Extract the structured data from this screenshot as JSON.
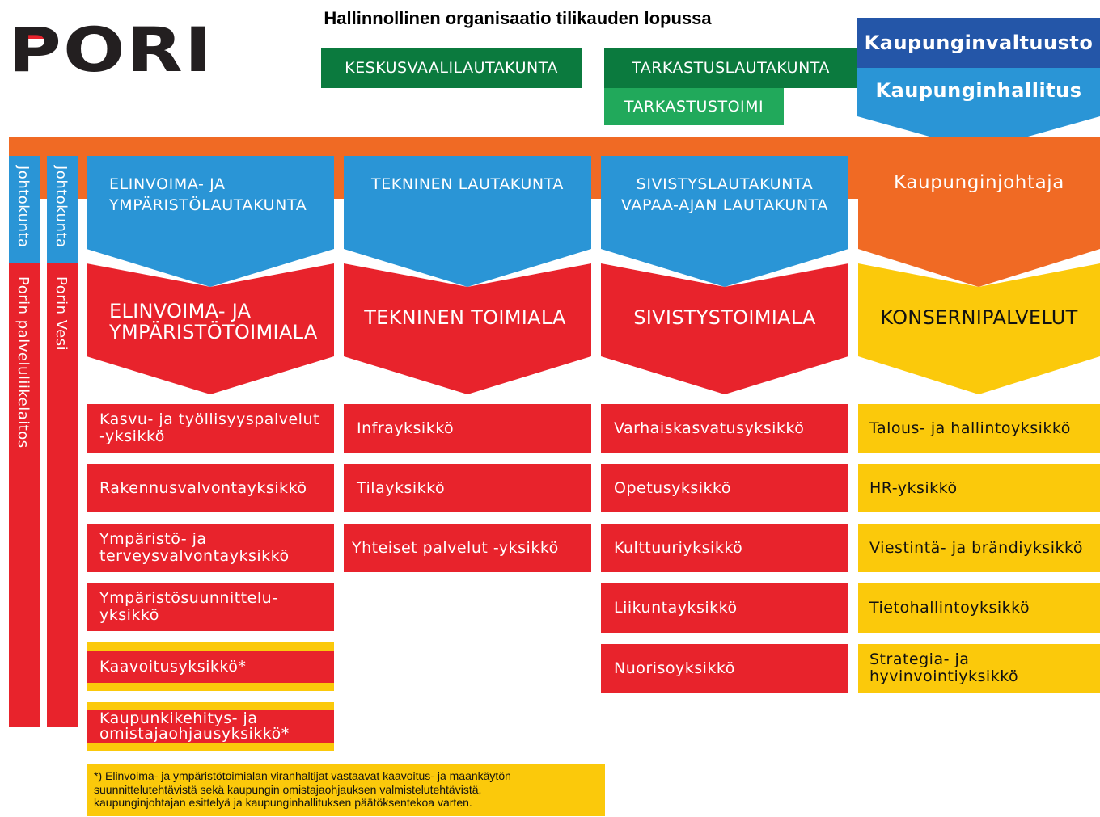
{
  "title": "Hallinnollinen organisaatio tilikauden lopussa",
  "logo": {
    "text": "PORI"
  },
  "top": {
    "keskusvaalilautakunta": "KESKUSVAALILAUTAKUNTA",
    "tarkastuslautakunta": "TARKASTUSLAUTAKUNTA",
    "tarkastustoimi": "TARKASTUSTOIMI",
    "kaupunginvaltuusto": "Kaupunginvaltuusto",
    "kaupunginhallitus": "Kaupunginhallitus"
  },
  "side": {
    "col1": {
      "board": "Johtokunta",
      "entity": "Porin palveluliikelaitos"
    },
    "col2": {
      "board": "Johtokunta",
      "entity": "Porin Vesi"
    }
  },
  "columns": [
    {
      "board_line1": "ELINVOIMA- JA",
      "board_line2": "YMPÄRISTÖLAUTAKUNTA",
      "division_line1": "ELINVOIMA- JA",
      "division_line2": "YMPÄRISTÖTOIMIALA",
      "units": [
        {
          "line1": "Kasvu- ja työllisyyspalvelut",
          "line2": "-yksikkö"
        },
        {
          "line1": "Rakennusvalvontayksikkö",
          "line2": ""
        },
        {
          "line1": "Ympäristö- ja",
          "line2": "terveysvalvontayksikkö"
        },
        {
          "line1": "Ympäristösuunnittelu-",
          "line2": "yksikkö"
        },
        {
          "line1": "Kaavoitusyksikkö*",
          "line2": ""
        },
        {
          "line1": "Kaupunkikehitys- ja",
          "line2": "omistajaohjausyksikkö*"
        }
      ]
    },
    {
      "board_line1": "TEKNINEN LAUTAKUNTA",
      "board_line2": "",
      "division_line1": "TEKNINEN TOIMIALA",
      "division_line2": "",
      "units": [
        {
          "line1": "Infrayksikkö",
          "line2": ""
        },
        {
          "line1": "Tilayksikkö",
          "line2": ""
        },
        {
          "line1": "Yhteiset palvelut -yksikkö",
          "line2": ""
        }
      ]
    },
    {
      "board_line1": "SIVISTYSLAUTAKUNTA",
      "board_line2": "VAPAA-AJAN LAUTAKUNTA",
      "division_line1": "SIVISTYSTOIMIALA",
      "division_line2": "",
      "units": [
        {
          "line1": "Varhaiskasvatusyksikkö",
          "line2": ""
        },
        {
          "line1": "Opetusyksikkö",
          "line2": ""
        },
        {
          "line1": "Kulttuuriyksikkö",
          "line2": ""
        },
        {
          "line1": "Liikuntayksikkö",
          "line2": ""
        },
        {
          "line1": "Nuorisoyksikkö",
          "line2": ""
        }
      ]
    },
    {
      "board_line1": "Kaupunginjohtaja",
      "board_line2": "",
      "division_line1": "KONSERNIPALVELUT",
      "division_line2": "",
      "units": [
        {
          "line1": "Talous- ja hallintoyksikkö",
          "line2": ""
        },
        {
          "line1": "HR-yksikkö",
          "line2": ""
        },
        {
          "line1": "Viestintä- ja brändiyksikkö",
          "line2": ""
        },
        {
          "line1": "Tietohallintoyksikkö",
          "line2": ""
        },
        {
          "line1": "Strategia- ja",
          "line2": "hyvinvointiyksikkö"
        }
      ]
    }
  ],
  "footnote": {
    "line1": "*) Elinvoima- ja ympäristötoimialan viranhaltijat vastaavat kaavoitus- ja maankäytön",
    "line2": "suunnittelutehtävistä sekä kaupungin omistajaohjauksen valmistelutehtävistä,",
    "line3": "kaupunginjohtajan esittelyä ja kaupunginhallituksen päätöksentekoa varten."
  },
  "colors": {
    "red": "#e8232c",
    "blue": "#2a95d6",
    "navy": "#2456a8",
    "orange": "#f06a24",
    "yellow": "#fbc90b",
    "green": "#0b7a3e",
    "light_green": "#21a95b"
  }
}
